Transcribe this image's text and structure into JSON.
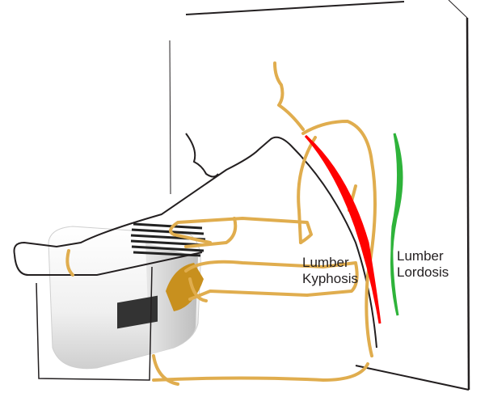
{
  "labels": {
    "kyphosis": [
      "Lumber",
      "Kyphosis"
    ],
    "lordosis": [
      "Lumber",
      "Lordosis"
    ]
  },
  "colors": {
    "outline_gold": "#e0ad4e",
    "kyphosis_red": "#ff0000",
    "lordosis_green": "#2eb33a",
    "line_black": "#231f20"
  }
}
